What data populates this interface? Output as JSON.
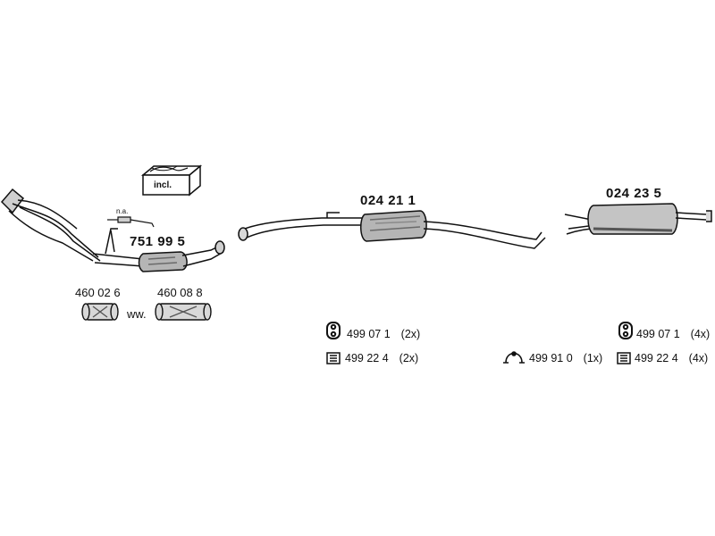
{
  "colors": {
    "ink": "#111111",
    "part_fill": "#b5b5b5",
    "part_shade": "#707070"
  },
  "parts": {
    "front_pipe_assembly": {
      "number": "751 99 5",
      "incl_label": "incl.",
      "sensor_note": "n.a."
    },
    "clamps": {
      "left": "460 02 6",
      "right": "460 08 8",
      "separator": "ww."
    },
    "middle_silencer": {
      "number": "024 21 1"
    },
    "rear_silencer": {
      "number": "024 23 5"
    }
  },
  "accessories": {
    "middle": [
      {
        "icon": "rubber-hanger-icon",
        "number": "499 07 1",
        "qty": "(2x)"
      },
      {
        "icon": "bracket-icon",
        "number": "499 22 4",
        "qty": "(2x)"
      }
    ],
    "rear": [
      {
        "icon": "rubber-hanger-icon",
        "number": "499 07 1",
        "qty": "(4x)"
      },
      {
        "icon": "bracket-icon",
        "number": "499 22 4",
        "qty": "(4x)"
      },
      {
        "icon": "ring-clamp-icon",
        "number": "499 91 0",
        "qty": "(1x)"
      }
    ]
  }
}
